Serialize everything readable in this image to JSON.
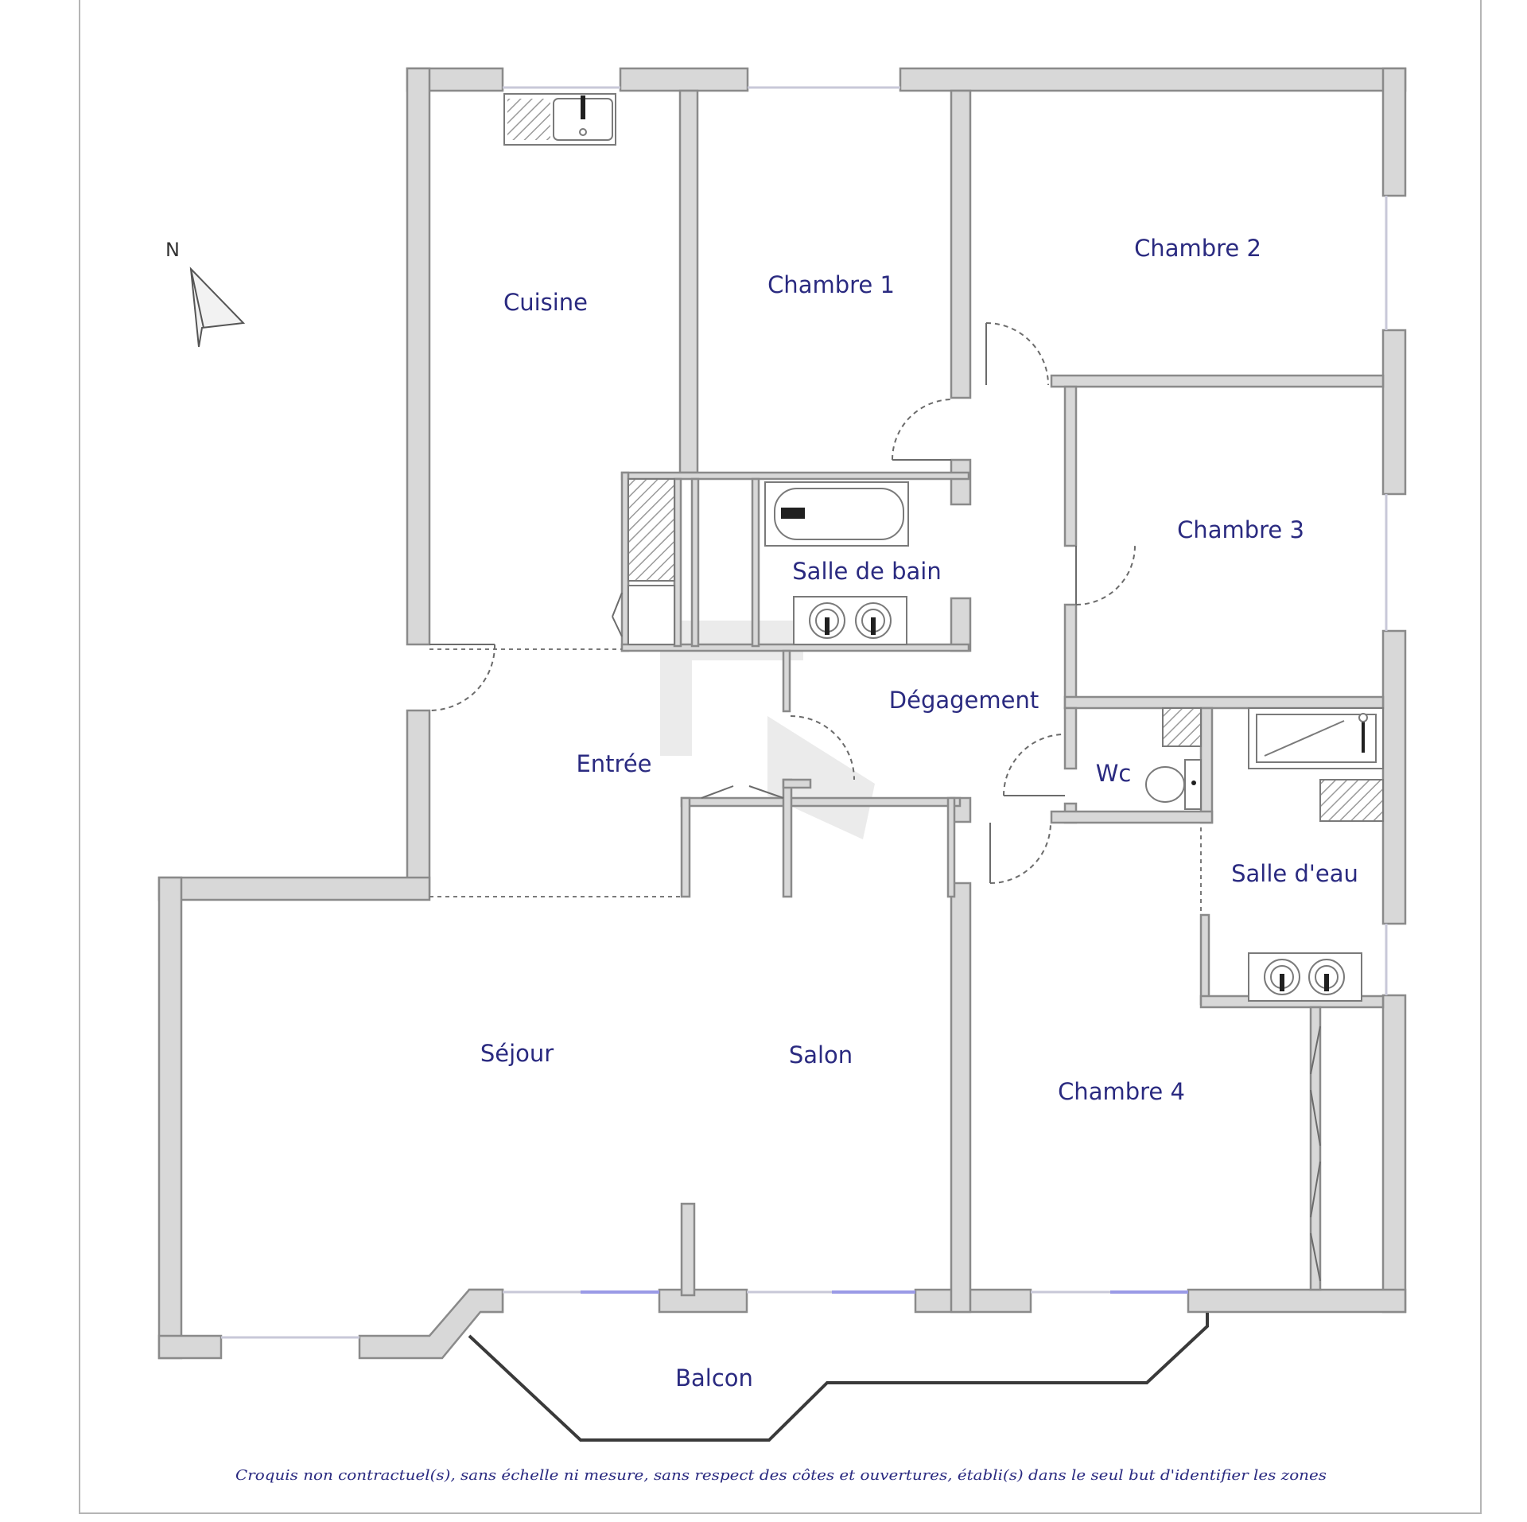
{
  "rooms": {
    "cuisine": "Cuisine",
    "chambre1": "Chambre 1",
    "chambre2": "Chambre 2",
    "chambre3": "Chambre 3",
    "chambre4": "Chambre 4",
    "salle_de_bain": "Salle de bain",
    "degagement": "Dégagement",
    "entree": "Entrée",
    "wc": "Wc",
    "salle_deau": "Salle d'eau",
    "sejour": "Séjour",
    "salon": "Salon",
    "balcon": "Balcon"
  },
  "compass": {
    "label": "N",
    "icon": "north-arrow-icon"
  },
  "disclaimer": "Croquis non contractuel(s), sans échelle ni mesure, sans respect des côtes et ouvertures, établi(s) dans le seul but d'identifier les zones",
  "colors": {
    "wall_fill": "#d8d8d8",
    "label_text": "#2a2a80"
  }
}
